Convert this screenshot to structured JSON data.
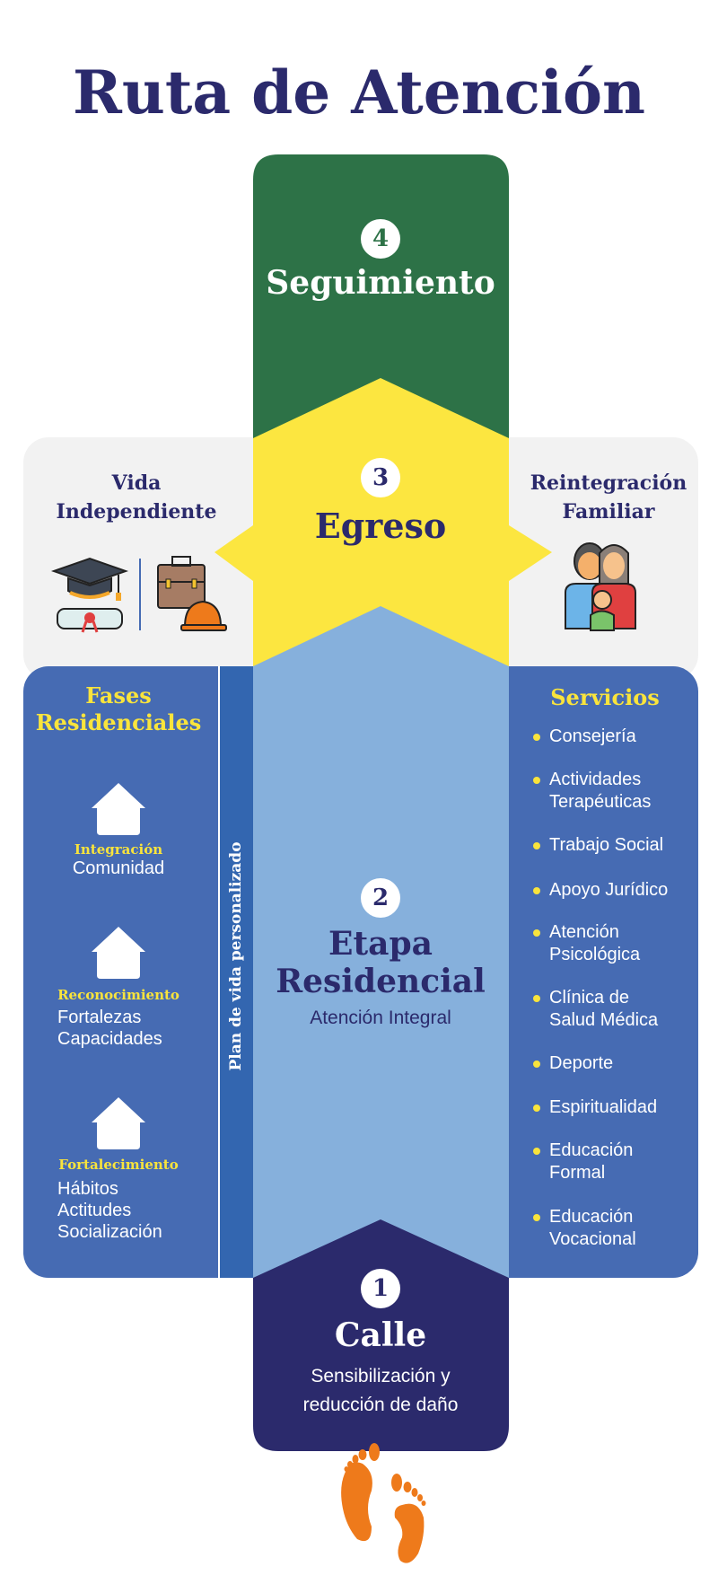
{
  "title": "Ruta de Atención",
  "colors": {
    "navy": "#2b2a6c",
    "green": "#2d7247",
    "yellow": "#fce640",
    "light_blue": "#86b0dc",
    "panel_blue": "#466bb3",
    "strip_blue": "#3366b0",
    "gray": "#f2f2f2",
    "orange": "#ee7a1b"
  },
  "stages": {
    "seguimiento": {
      "number": "4",
      "title": "Seguimiento"
    },
    "egreso": {
      "number": "3",
      "title": "Egreso",
      "left": {
        "line1": "Vida",
        "line2": "Independiente"
      },
      "right": {
        "line1": "Reintegración",
        "line2": "Familiar"
      }
    },
    "residencial": {
      "number": "2",
      "title_line1": "Etapa",
      "title_line2": "Residencial",
      "subtitle": "Atención Integral"
    },
    "calle": {
      "number": "1",
      "title": "Calle",
      "subtitle_line1": "Sensibilización y",
      "subtitle_line2": "reducción de daño"
    }
  },
  "plan_label": "Plan de vida personalizado",
  "fases": {
    "title_line1": "Fases",
    "title_line2": "Residenciales",
    "items": [
      {
        "label": "Integración",
        "lines": [
          "Comunidad"
        ]
      },
      {
        "label": "Reconocimiento",
        "lines": [
          "Fortalezas",
          "Capacidades"
        ]
      },
      {
        "label": "Fortalecimiento",
        "lines": [
          "Hábitos",
          "Actitudes",
          "Socialización"
        ]
      }
    ]
  },
  "servicios": {
    "title": "Servicios",
    "items": [
      {
        "lines": [
          "Consejería"
        ]
      },
      {
        "lines": [
          "Actividades",
          "Terapéuticas"
        ]
      },
      {
        "lines": [
          "Trabajo Social"
        ]
      },
      {
        "lines": [
          "Apoyo Jurídico"
        ]
      },
      {
        "lines": [
          "Atención",
          "Psicológica"
        ]
      },
      {
        "lines": [
          "Clínica de",
          "Salud Médica"
        ]
      },
      {
        "lines": [
          "Deporte"
        ]
      },
      {
        "lines": [
          "Espiritualidad"
        ]
      },
      {
        "lines": [
          "Educación",
          "Formal"
        ]
      },
      {
        "lines": [
          "Educación",
          "Vocacional"
        ]
      }
    ]
  }
}
